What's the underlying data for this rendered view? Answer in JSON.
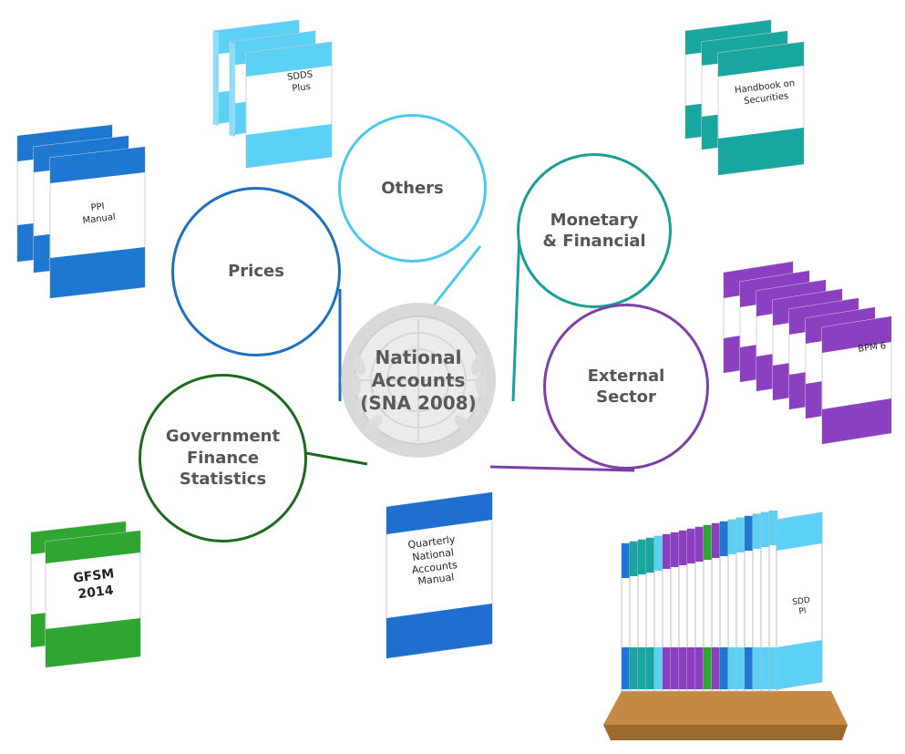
{
  "center": {
    "label": "National\nAccounts\n(SNA 2008)"
  },
  "bubbles": {
    "others": "Others",
    "prices": "Prices",
    "monetary": "Monetary\n& Financial",
    "external": "External\nSector",
    "government": "Government\nFinance\nStatistics"
  },
  "books": {
    "sdds": "SDDS\nPlus",
    "handbook": "Handbook on\nSecurities",
    "ppi": "PPI\nManual",
    "bpm": "BPM 6",
    "gfsm": "GFSM 2014",
    "qna": "Quarterly\nNational\nAccounts\nManual",
    "shelf": "SDD\nPl"
  },
  "colors": {
    "prices": "#1f6fc1",
    "others": "#4cc7f0",
    "monetary": "#1a9e96",
    "external": "#7b3fa6",
    "government": "#1b6a1f",
    "sdds_book": "#5cd0f5",
    "handbook_book": "#1aa6a0",
    "ppi_book": "#1e78d2",
    "bpm_book": "#8a40c0",
    "gfsm_book": "#2fa631",
    "qna_book": "#1e6fd0",
    "shelf_base": "#b9803d"
  },
  "icons": {
    "center_emblem": "un-emblem-icon",
    "shelf": "bookshelf-icon"
  }
}
